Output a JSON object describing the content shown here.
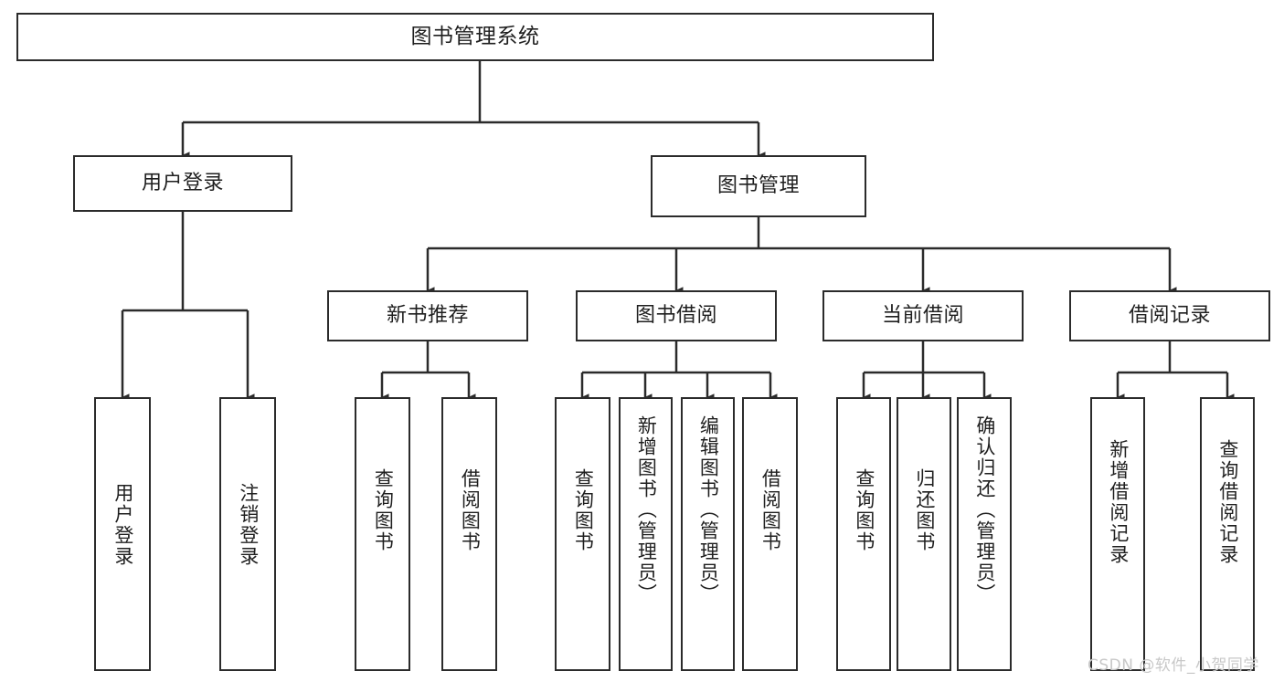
{
  "diagram": {
    "type": "tree-hierarchy",
    "title": "图书管理系统",
    "orientation": "top-down",
    "colors": {
      "stroke": "#2b2b2b",
      "fill": "#ffffff",
      "text": "#1f1f1f",
      "watermark": "#c8c8c8"
    },
    "root": {
      "label": "图书管理系统"
    },
    "level2": [
      {
        "label": "用户登录"
      },
      {
        "label": "图书管理"
      }
    ],
    "level3": [
      {
        "label": "新书推荐"
      },
      {
        "label": "图书借阅"
      },
      {
        "label": "当前借阅"
      },
      {
        "label": "借阅记录"
      }
    ],
    "leaves": {
      "user_login": [
        {
          "label": "用户登录"
        },
        {
          "label": "注销登录"
        }
      ],
      "new_book": [
        {
          "label": "查询图书"
        },
        {
          "label": "借阅图书"
        }
      ],
      "borrow_book": [
        {
          "label": "查询图书"
        },
        {
          "label": "新增图书（管理员）"
        },
        {
          "label": "编辑图书（管理员）"
        },
        {
          "label": "借阅图书"
        }
      ],
      "current_borrow": [
        {
          "label": "查询图书"
        },
        {
          "label": "归还图书"
        },
        {
          "label": "确认归还（管理员）"
        }
      ],
      "borrow_record": [
        {
          "label": "新增借阅记录"
        },
        {
          "label": "查询借阅记录"
        }
      ]
    }
  },
  "watermark": {
    "text": "CSDN @软件_小贺同学"
  }
}
